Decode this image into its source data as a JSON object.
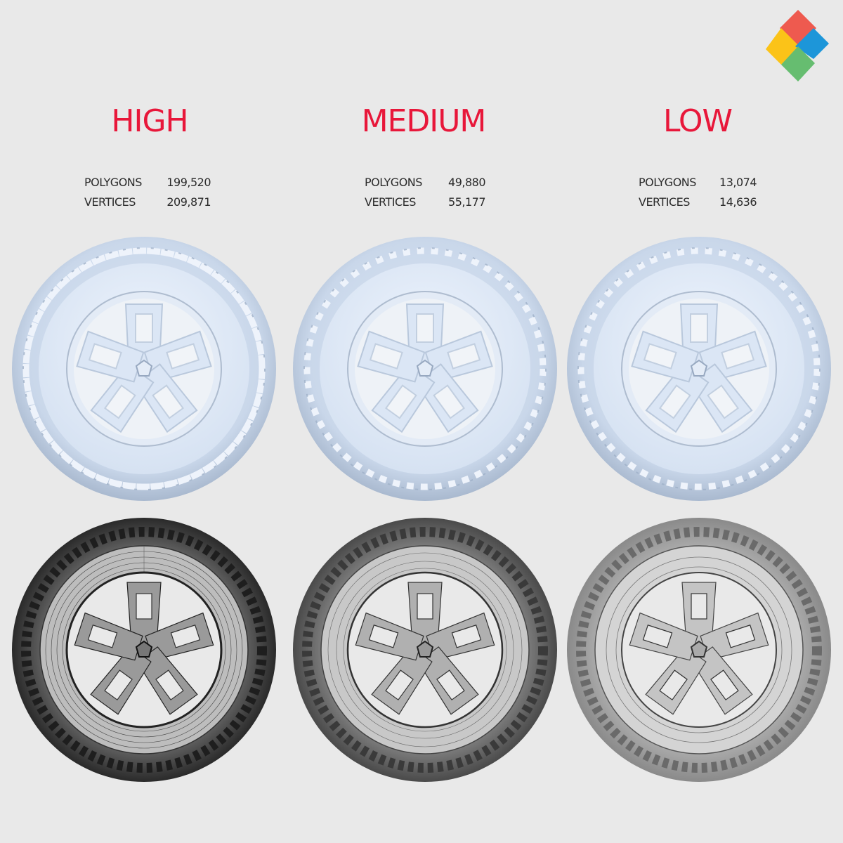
{
  "brand": {
    "logo_colors": {
      "top": "#ee5a4f",
      "left": "#fbc318",
      "right": "#1d96d9",
      "bottom": "#66bd70"
    }
  },
  "accent_color": "#e8173a",
  "columns": [
    {
      "title": "HIGH",
      "stats": [
        {
          "label": "POLYGONS",
          "value": "199,520"
        },
        {
          "label": "VERTICES",
          "value": "209,871"
        }
      ],
      "render_view": "clay-render",
      "wire_view": "wireframe-dense"
    },
    {
      "title": "MEDIUM",
      "stats": [
        {
          "label": "POLYGONS",
          "value": "49,880"
        },
        {
          "label": "VERTICES",
          "value": "55,177"
        }
      ],
      "render_view": "clay-render",
      "wire_view": "wireframe-medium"
    },
    {
      "title": "LOW",
      "stats": [
        {
          "label": "POLYGONS",
          "value": "13,074"
        },
        {
          "label": "VERTICES",
          "value": "14,636"
        }
      ],
      "render_view": "clay-render",
      "wire_view": "wireframe-sparse"
    }
  ]
}
